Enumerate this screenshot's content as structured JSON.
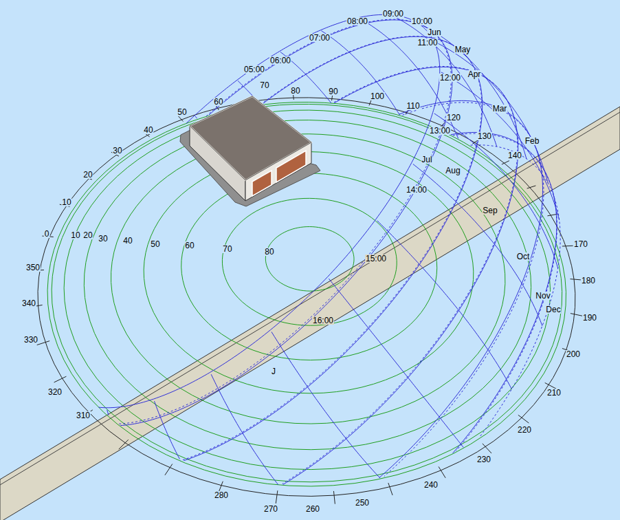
{
  "diagram": {
    "labels": [
      "05:00",
      "06:00",
      "07:00",
      "08:00",
      "09:00",
      "10:00",
      "11:00",
      "12:00",
      "13:00",
      "14:00",
      "15:00",
      "16:00",
      "J",
      "Jun",
      "May",
      "Apr",
      "Mar",
      "Feb",
      "Jul",
      "Aug",
      "Sep",
      "Oct",
      "Nov",
      "Dec",
      "0",
      "10",
      "20",
      "30",
      "40",
      "50",
      "60",
      "70",
      "80",
      "90",
      "100",
      "110",
      "120",
      "130",
      "140",
      "170",
      "180",
      "190",
      "200",
      "210",
      "220",
      "230",
      "240",
      "250",
      "260",
      "270",
      "280",
      "310",
      "320",
      "330",
      "340",
      "350",
      "10",
      "20",
      "30",
      "40",
      "50",
      "60",
      "70",
      "80"
    ]
  }
}
